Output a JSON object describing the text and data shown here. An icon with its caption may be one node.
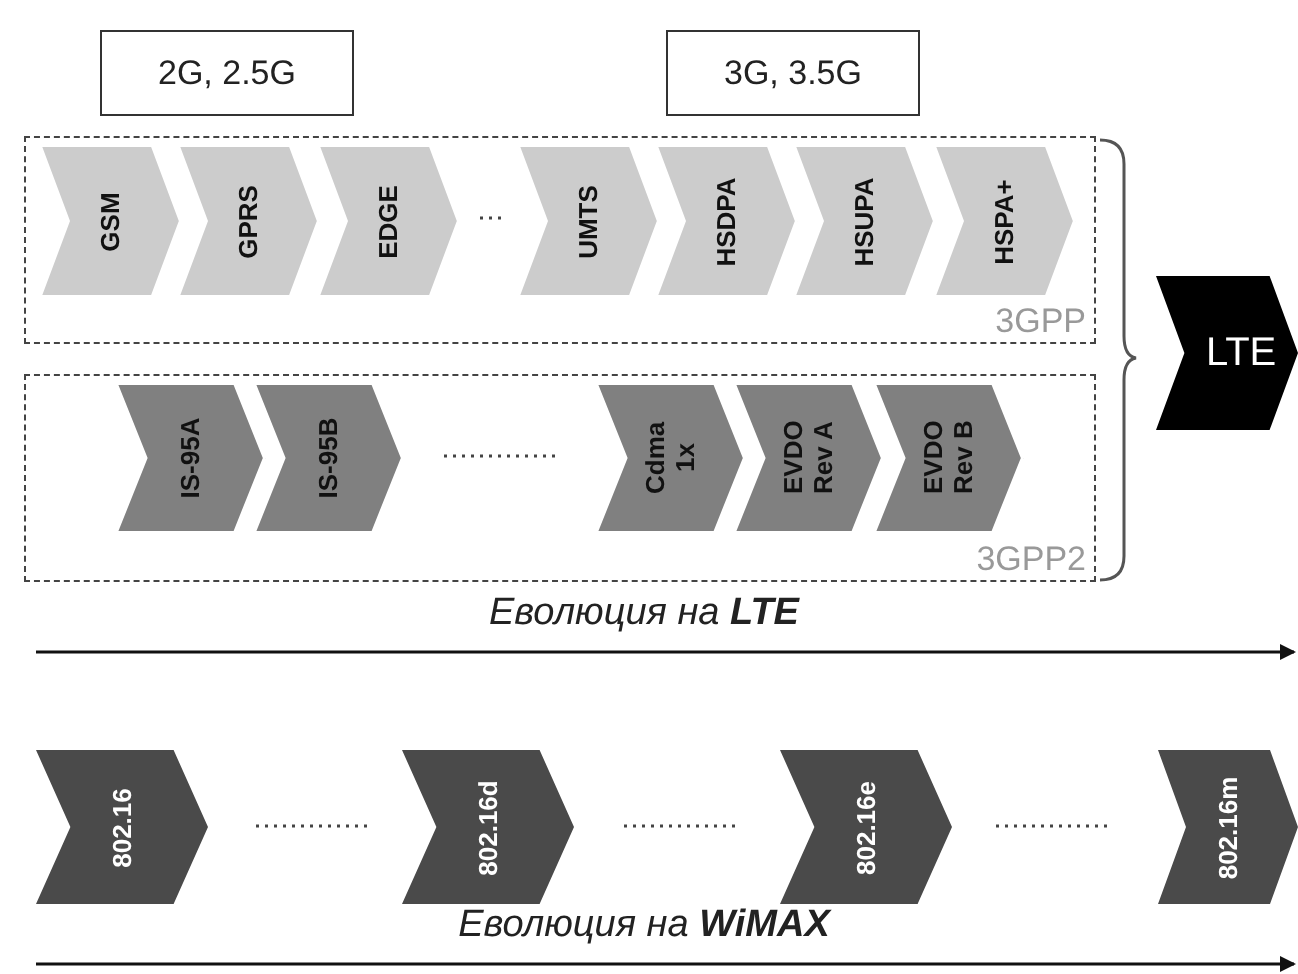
{
  "diagram": {
    "nodes": [
      {
        "text": [
          "2G, 2.5G"
        ]
      },
      {
        "text": [
          "3G, 3.5G"
        ]
      },
      {
        "text": [
          "3GPP"
        ]
      },
      {
        "text": [
          "GSM"
        ],
        "in": 2
      },
      {
        "text": [
          "GPRS"
        ],
        "in": 2
      },
      {
        "text": [
          "EDGE"
        ],
        "in": 2
      },
      {
        "text": [
          "UMTS"
        ],
        "in": 2
      },
      {
        "text": [
          "HSDPA"
        ],
        "in": 2
      },
      {
        "text": [
          "HSUPA"
        ],
        "in": 2
      },
      {
        "text": [
          "HSPA+"
        ],
        "in": 2
      },
      {
        "text": [
          "3GPP2"
        ]
      },
      {
        "text": [
          "IS-95A"
        ],
        "in": 10
      },
      {
        "text": [
          "IS-95B"
        ],
        "in": 10
      },
      {
        "text": [
          "Cdma 1x"
        ],
        "in": 10
      },
      {
        "text": [
          "EVDO Rev A"
        ],
        "in": 10
      },
      {
        "text": [
          "EVDO Rev B"
        ],
        "in": 10
      },
      {
        "text": [
          "LTE"
        ]
      },
      {
        "text": [
          "802.16"
        ]
      },
      {
        "text": [
          "802.16d"
        ]
      },
      {
        "text": [
          "802.16e"
        ]
      },
      {
        "text": [
          "802.16m"
        ]
      }
    ],
    "labels": [
      "Еволюция на **LTE**",
      "Еволюция на **WiMAX**"
    ]
  }
}
